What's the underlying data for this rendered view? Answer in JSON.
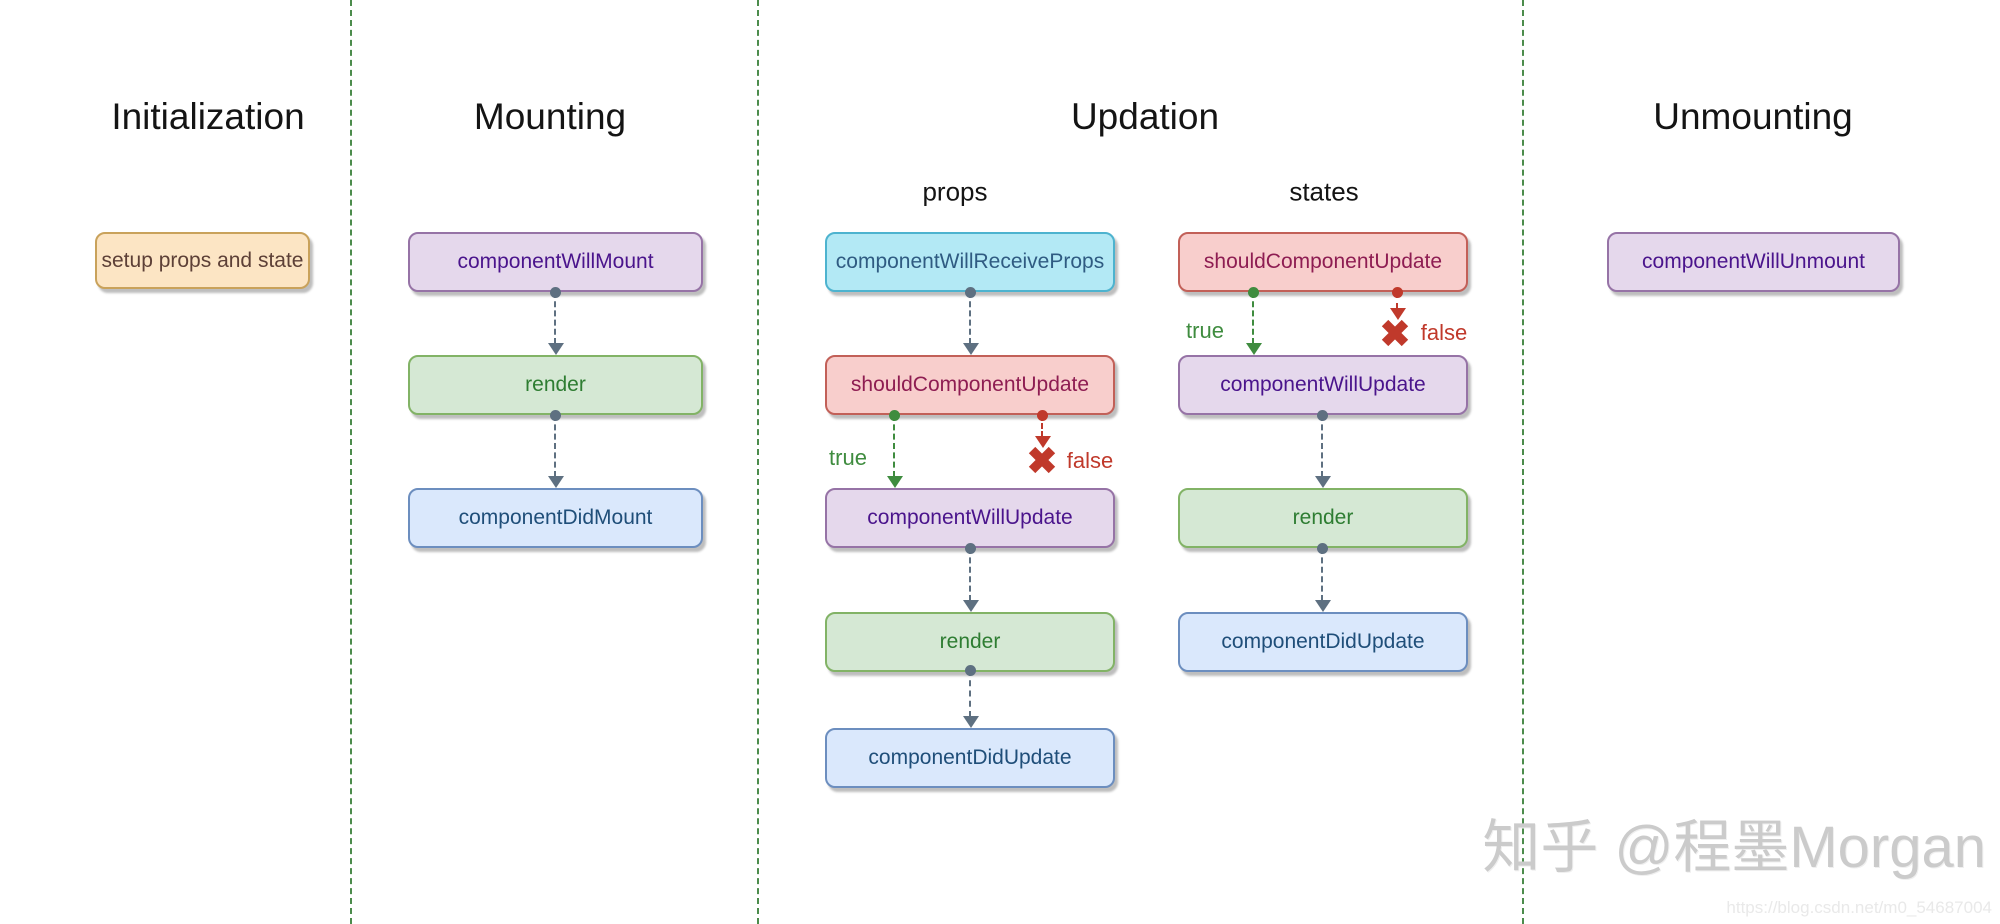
{
  "phases": {
    "initialization": {
      "title": "Initialization"
    },
    "mounting": {
      "title": "Mounting"
    },
    "updation": {
      "title": "Updation",
      "props_label": "props",
      "states_label": "states"
    },
    "unmounting": {
      "title": "Unmounting"
    }
  },
  "boxes": {
    "setup": {
      "label": "setup props and state"
    },
    "componentWillMount": {
      "label": "componentWillMount"
    },
    "render": {
      "label": "render"
    },
    "componentDidMount": {
      "label": "componentDidMount"
    },
    "componentWillReceiveProps": {
      "label": "componentWillReceiveProps"
    },
    "shouldComponentUpdate": {
      "label": "shouldComponentUpdate"
    },
    "componentWillUpdate": {
      "label": "componentWillUpdate"
    },
    "componentDidUpdate": {
      "label": "componentDidUpdate"
    },
    "componentWillUnmount": {
      "label": "componentWillUnmount"
    }
  },
  "branches": {
    "true_label": "true",
    "false_label": "false",
    "false_mark": "✖"
  },
  "watermark": {
    "site_text": "知乎 @程墨Morgan",
    "url_text": "https://blog.csdn.net/m0_54687004"
  },
  "colors": {
    "separator_green": "#4C8C4C",
    "arrow_gray": "#5E7081",
    "branch_true_green": "#3F8C3F",
    "branch_false_red": "#C0392B",
    "box_orange_fill": "#FCE5C4",
    "box_orange_border": "#C9A25B",
    "box_orange_text": "#5D4037",
    "box_purple_fill": "#E5D8EC",
    "box_purple_border": "#9673A6",
    "box_purple_text": "#4A148C",
    "box_green_fill": "#D5E8D4",
    "box_green_border": "#82B366",
    "box_green_text": "#2E7D32",
    "box_blue_fill": "#DAE8FC",
    "box_blue_border": "#6C8EBF",
    "box_blue_text": "#1F4E79",
    "box_cyan_fill": "#B3E9F5",
    "box_cyan_border": "#4DB3CF",
    "box_cyan_text": "#2F5B82",
    "box_red_fill": "#F8CECC",
    "box_red_border": "#C26058",
    "box_red_text": "#8E1D52"
  }
}
